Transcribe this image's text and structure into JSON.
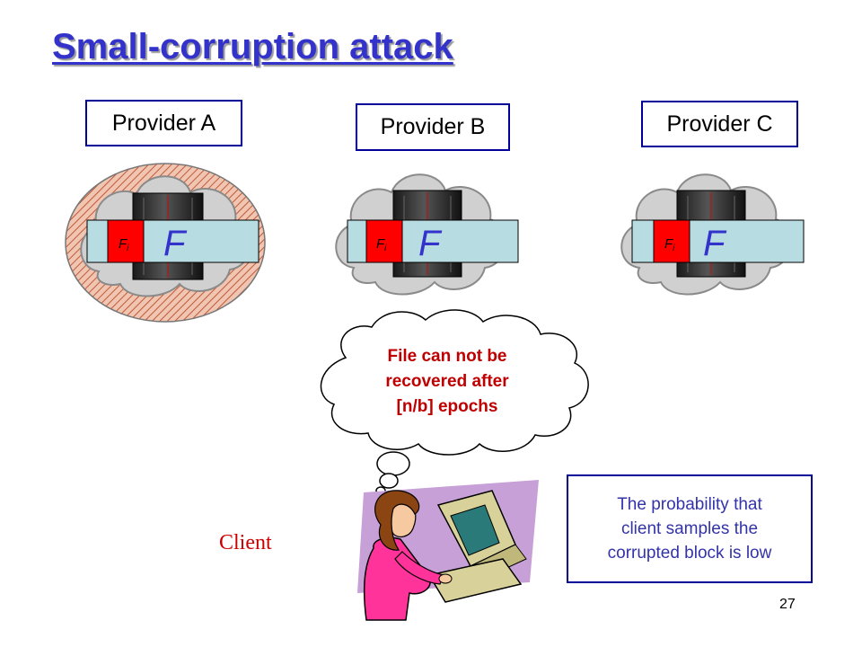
{
  "slide": {
    "title": "Small-corruption attack",
    "page_number": "27"
  },
  "providers": [
    {
      "label": "Provider A",
      "block_label": "F",
      "block_subscript": "i",
      "file_label": "F",
      "highlighted": true
    },
    {
      "label": "Provider B",
      "block_label": "F",
      "block_subscript": "i",
      "file_label": "F",
      "highlighted": false
    },
    {
      "label": "Provider C",
      "block_label": "F",
      "block_subscript": "i",
      "file_label": "F",
      "highlighted": false
    }
  ],
  "thought": {
    "line1": "File can not be",
    "line2": "recovered after",
    "line3": "[n/b] epochs"
  },
  "client": {
    "label": "Client"
  },
  "note": {
    "line1": "The probability that",
    "line2": "client samples the",
    "line3": "corrupted block is low"
  },
  "colors": {
    "title": "#3333cc",
    "box_border": "#000099",
    "file_bar": "#b7dde3",
    "corrupt_block": "#ff0000",
    "thought_text": "#c00000",
    "client_text": "#cc0000",
    "note_text": "#3333aa"
  }
}
